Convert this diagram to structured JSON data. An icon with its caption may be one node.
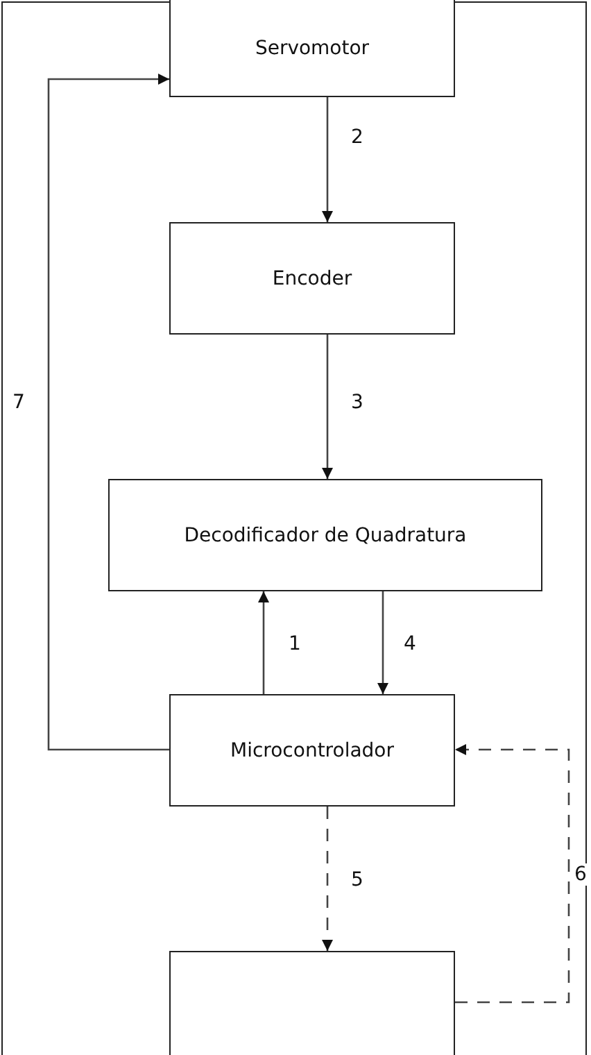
{
  "diagram": {
    "nodes": [
      {
        "text": [
          "Servomotor"
        ]
      },
      {
        "text": [
          "Encoder"
        ]
      },
      {
        "text": [
          "Decodificador de Quadratura"
        ]
      },
      {
        "text": [
          "Microcontrolador"
        ]
      },
      {
        "text": [],
        "shape": "box"
      }
    ],
    "edges": [
      {
        "from": 0,
        "to": 1,
        "arrow": "to",
        "label": "2"
      },
      {
        "from": 1,
        "to": 2,
        "arrow": "to",
        "label": "3"
      },
      {
        "from": 3,
        "to": 2,
        "arrow": "to",
        "label": "1"
      },
      {
        "from": 2,
        "to": 3,
        "arrow": "to",
        "label": "4"
      },
      {
        "from": 3,
        "to": 0,
        "arrow": "to",
        "label": "7"
      },
      {
        "from": 3,
        "to": 4,
        "arrow": "to",
        "label": "5",
        "style": "dashed"
      },
      {
        "from": 4,
        "to": 3,
        "arrow": "to",
        "label": "6",
        "style": "dashed"
      }
    ]
  }
}
